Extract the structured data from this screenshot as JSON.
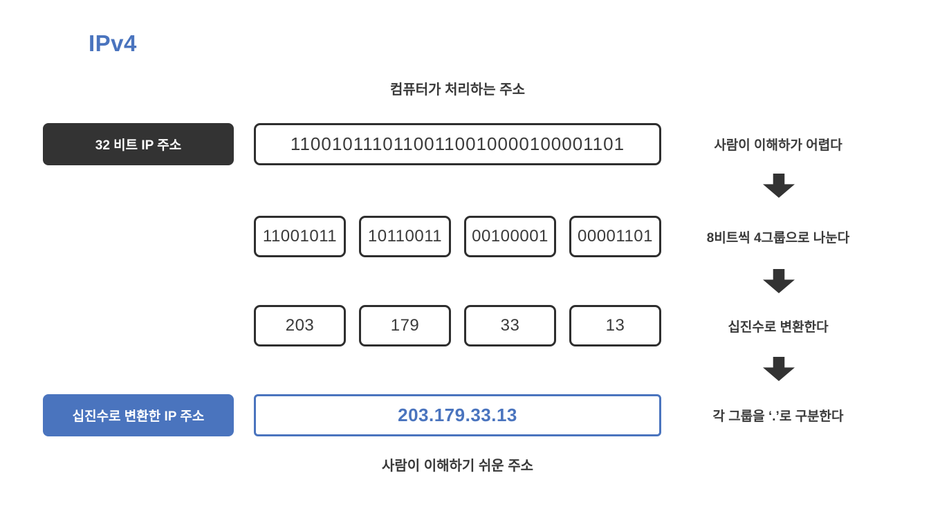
{
  "title": "IPv4",
  "captions": {
    "top": "컴퓨터가 처리하는 주소",
    "bottom": "사람이 이해하기 쉬운 주소"
  },
  "rows": {
    "binary32": {
      "label": "32 비트 IP 주소",
      "value": "11001011101100110010000100001101",
      "note": "사람이 이해하가 어렵다"
    },
    "groups": {
      "values": [
        "11001011",
        "10110011",
        "00100001",
        "00001101"
      ],
      "note": "8비트씩 4그룹으로 나눈다"
    },
    "decimal": {
      "values": [
        "203",
        "179",
        "33",
        "13"
      ],
      "note": "십진수로 변환한다"
    },
    "dotted": {
      "label": "십진수로 변환한 IP 주소",
      "value": "203.179.33.13",
      "note": "각 그룹을 ‘.’로 구분한다"
    }
  },
  "icons": {
    "down_arrow": "down-block-arrow"
  },
  "colors": {
    "accent_blue": "#4a74be",
    "dark": "#333333",
    "text": "#3a3a3a"
  }
}
